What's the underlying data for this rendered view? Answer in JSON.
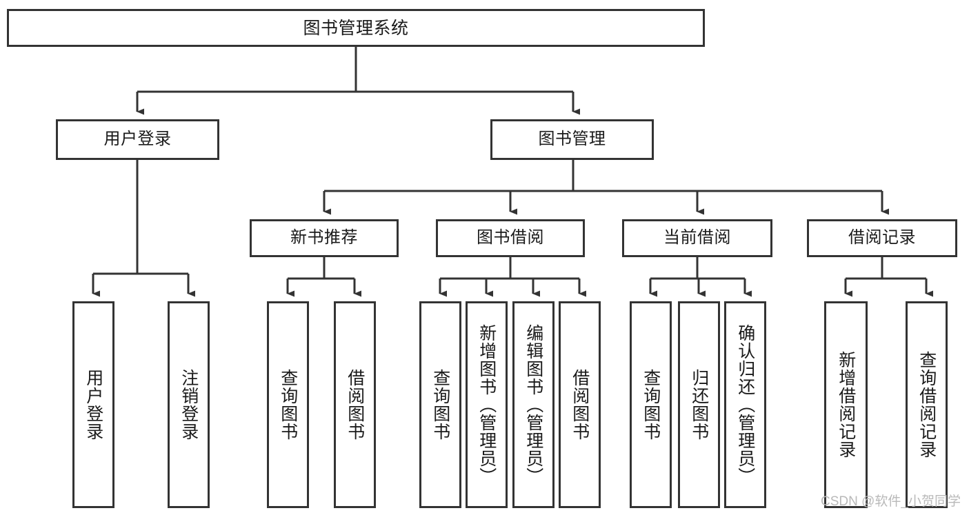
{
  "diagram": {
    "title": "图书管理系统",
    "type": "hierarchy-tree",
    "nodes": {
      "root": {
        "label": "图书管理系统"
      },
      "level2": [
        {
          "label": "用户登录"
        },
        {
          "label": "图书管理"
        }
      ],
      "level3": [
        {
          "label": "新书推荐"
        },
        {
          "label": "图书借阅"
        },
        {
          "label": "当前借阅"
        },
        {
          "label": "借阅记录"
        }
      ],
      "leaves": [
        {
          "label": "用户登录"
        },
        {
          "label": "注销登录"
        },
        {
          "label": "查询图书"
        },
        {
          "label": "借阅图书"
        },
        {
          "label": "查询图书"
        },
        {
          "label": "新增图书（管理员）"
        },
        {
          "label": "编辑图书（管理员）"
        },
        {
          "label": "借阅图书"
        },
        {
          "label": "查询图书"
        },
        {
          "label": "归还图书"
        },
        {
          "label": "确认归还（管理员）"
        },
        {
          "label": "新增借阅记录"
        },
        {
          "label": "查询借阅记录"
        }
      ]
    },
    "colors": {
      "stroke": "#333333",
      "fill": "#ffffff",
      "text": "#1a1a1a",
      "watermark": "#b9b9b9"
    }
  },
  "watermark": {
    "text": "CSDN @软件_小贺同学"
  }
}
